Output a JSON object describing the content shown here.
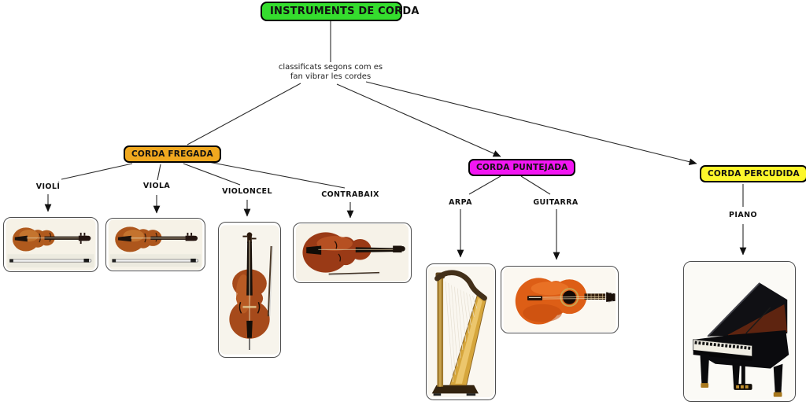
{
  "diagram": {
    "title": "INSTRUMENTS DE CORDA",
    "linking_phrase": {
      "line1": "classificats segons com es",
      "line2": "fan vibrar les cordes"
    },
    "categories": [
      {
        "id": "corda-fregada",
        "label": "CORDA FREGADA"
      },
      {
        "id": "corda-puntejada",
        "label": "CORDA PUNTEJADA"
      },
      {
        "id": "corda-percudida",
        "label": "CORDA PERCUDIDA"
      }
    ],
    "instruments": [
      {
        "id": "violi",
        "label": "VIOLÍ",
        "category": "corda-fregada",
        "image": "violin-photo"
      },
      {
        "id": "viola",
        "label": "VIOLA",
        "category": "corda-fregada",
        "image": "viola-photo"
      },
      {
        "id": "violoncel",
        "label": "VIOLONCEL",
        "category": "corda-fregada",
        "image": "cello-photo"
      },
      {
        "id": "contrabaix",
        "label": "CONTRABAIX",
        "category": "corda-fregada",
        "image": "double-bass-photo"
      },
      {
        "id": "arpa",
        "label": "ARPA",
        "category": "corda-puntejada",
        "image": "harp-photo"
      },
      {
        "id": "guitarra",
        "label": "GUITARRA",
        "category": "corda-puntejada",
        "image": "guitar-photo"
      },
      {
        "id": "piano",
        "label": "PIANO",
        "category": "corda-percudida",
        "image": "grand-piano-photo"
      }
    ],
    "colors": {
      "title_bg": "#35dd2e",
      "fregada_bg": "#f0a81f",
      "puntejada_bg": "#f316f3",
      "percudida_bg": "#fdf72b",
      "node_border": "#000000",
      "connector": "#2b2b2b",
      "canvas_bg": "#ffffff"
    }
  }
}
